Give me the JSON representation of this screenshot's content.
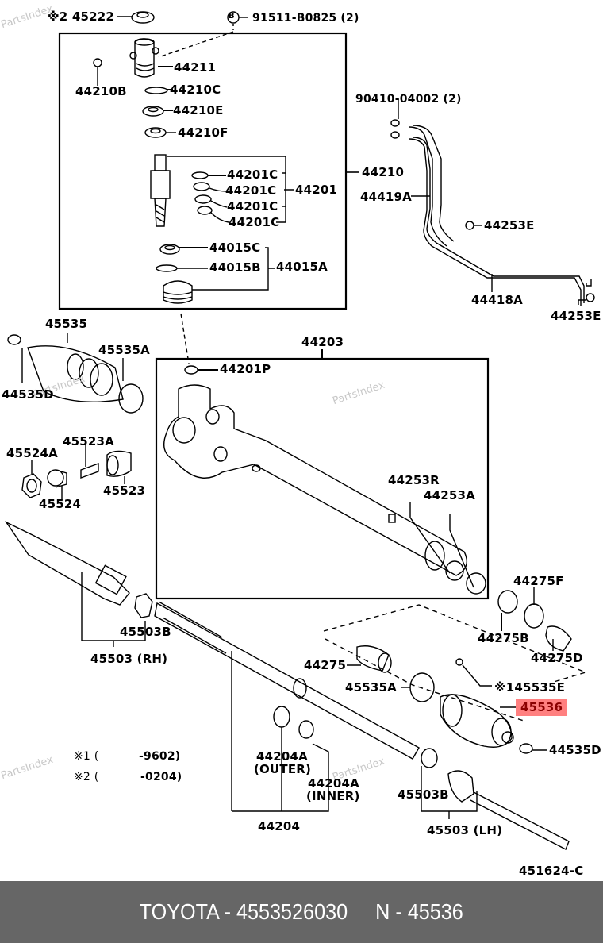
{
  "diagram": {
    "title": "Steering Rack & Pinion Assembly",
    "figure_code": "451624-C",
    "highlight_color": "#ff8080",
    "highlight_text_color": "#8b0000",
    "watermark": "PartsIndex",
    "labels": {
      "p45222": "※2 45222",
      "p91511": "91511-B0825 (2)",
      "bolt_symbol": "B",
      "p44211": "44211",
      "p44210B": "44210B",
      "p44210C": "44210C",
      "p44210E": "44210E",
      "p44210F": "44210F",
      "p44201C_1": "44201C",
      "p44201C_2": "44201C",
      "p44201C_3": "44201C",
      "p44201C_4": "44201C",
      "p44201": "44201",
      "p44015C": "44015C",
      "p44015B": "44015B",
      "p44015A": "44015A",
      "p44210": "44210",
      "p90410": "90410-04002 (2)",
      "p44419A": "44419A",
      "p44253E_1": "44253E",
      "p44418A": "44418A",
      "p44253E_2": "44253E",
      "p45535": "45535",
      "p45535A_1": "45535A",
      "p44535D_1": "44535D",
      "p44203": "44203",
      "p44201P": "44201P",
      "p45524A": "45524A",
      "p45523A": "45523A",
      "p45523": "45523",
      "p45524": "45524",
      "p44253R": "44253R",
      "p44253A": "44253A",
      "p45503B_1": "45503B",
      "p45503RH": "45503 (RH)",
      "p44275F": "44275F",
      "p44275B": "44275B",
      "p44275D": "44275D",
      "p44275": "44275",
      "p45535A_2": "45535A",
      "p145535E": "※145535E",
      "p45536": "45536",
      "p44535D_2": "44535D",
      "p44204A_outer": "44204A",
      "p44204A_outer_sub": "(OUTER)",
      "p44204A_inner": "44204A",
      "p44204A_inner_sub": "(INNER)",
      "p44204": "44204",
      "p45503B_2": "45503B",
      "p45503LH": "45503 (LH)"
    },
    "notes": [
      {
        "mark": "※1 (",
        "range": "-9602)"
      },
      {
        "mark": "※2 (",
        "range": "-0204)"
      }
    ]
  },
  "footer": {
    "text": "TOYOTA - 4553526030     N - 45536"
  }
}
